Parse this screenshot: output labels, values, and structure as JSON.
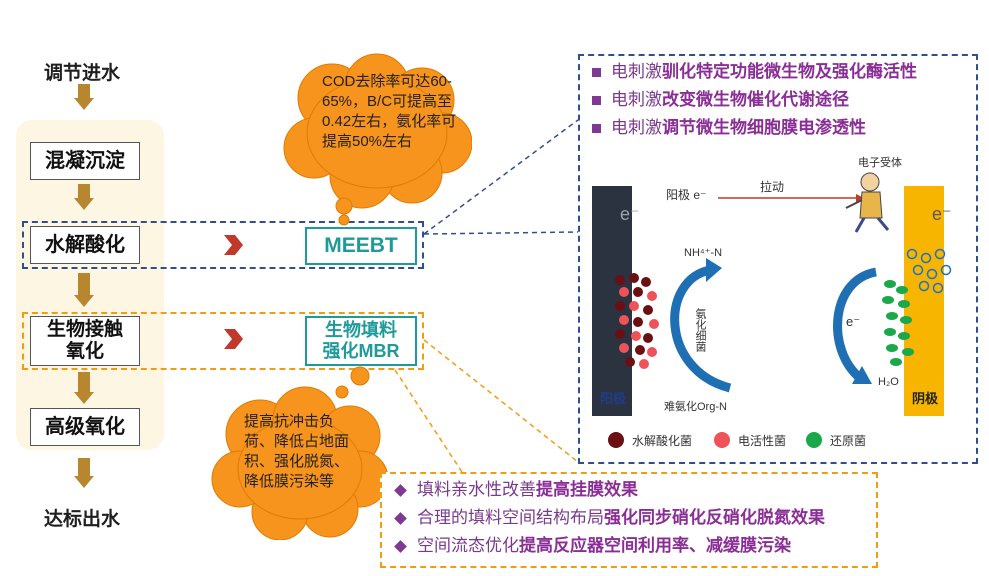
{
  "flow": {
    "start": "调节进水",
    "steps": [
      "混凝沉淀",
      "水解酸化",
      "生物接触\n氧化",
      "高级氧化"
    ],
    "end": "达标出水"
  },
  "tech": {
    "meebt": "MEEBT",
    "mbr": "生物填料\n强化MBR"
  },
  "clouds": {
    "cod": "COD去除率可达60-65%，B/C可提高至0.42左右，氨化率可提高50%左右",
    "mbr": "提高抗冲击负荷、降低占地面积、强化脱氮、降低膜污染等"
  },
  "meebt_effects": [
    {
      "prefix": "电刺激",
      "emph": "驯化特定功能微生物及强化酶活性"
    },
    {
      "prefix": "电刺激",
      "emph": "改变微生物催化代谢途径"
    },
    {
      "prefix": "电刺激",
      "emph": "调节微生物细胞膜电渗透性"
    }
  ],
  "mbr_effects": [
    {
      "prefix": "填料亲水性改善",
      "emph": "提高挂膜效果"
    },
    {
      "prefix": "合理的填料空间结构布局",
      "emph": "强化同步硝化反硝化脱氮效果"
    },
    {
      "prefix": "空间流态优化",
      "emph": "提高反应器空间利用率、减缓膜污染"
    }
  ],
  "illustration": {
    "anode_e": "e⁻",
    "cathode_e": "e⁻",
    "anode_arrow_label": "阳极 e⁻",
    "pull_label": "拉动",
    "acceptor_label": "电子受体",
    "nh4": "NH⁴⁺-N",
    "ammonifying": "氨化细菌",
    "org": "难氨化Org-N",
    "mid_e": "e⁻",
    "h2o": "H₂O",
    "anode": "阳极",
    "cathode": "阴极",
    "legend": [
      "水解酸化菌",
      "电活性菌",
      "还原菌"
    ]
  },
  "colors": {
    "arrow_gold": "#b8862e",
    "chevron_red": "#c0392b",
    "teal": "#1f9a9a",
    "cloud_orange": "#f7941d",
    "dashed_blue": "#2f4f8f",
    "dashed_orange": "#f39c12",
    "anode_dark": "#2b3340",
    "cathode_yellow": "#f7b500",
    "dot_darkred": "#6b0f12",
    "dot_red": "#f0525a",
    "dot_green": "#1aa84a",
    "purple": "#8a2e96"
  }
}
